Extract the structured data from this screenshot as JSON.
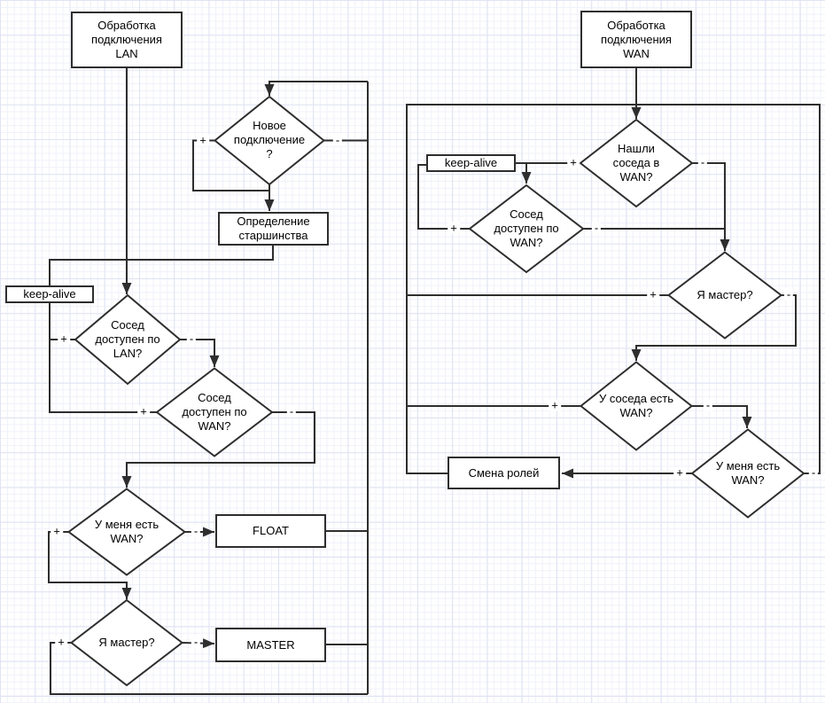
{
  "canvas": {
    "stroke_color": "#2e2e2e",
    "shape_fill": "#ffffff",
    "grid_minor_color": "#f0f1fa",
    "grid_major_color": "#e0e3f3"
  },
  "labels": {
    "plus": "+",
    "minus": "-"
  },
  "left_chart": {
    "start": "Обработка\nподключения\nLAN",
    "new_connection": "Новое\nподключение\n?",
    "seniority": "Определение\nстаршинства",
    "keep_alive": "keep-alive",
    "neighbor_lan": "Сосед\nдоступен по\nLAN?",
    "neighbor_wan": "Сосед\nдоступен по\nWAN?",
    "i_have_wan": "У меня есть\nWAN?",
    "float": "FLOAT",
    "is_master": "Я мастер?",
    "master": "MASTER"
  },
  "right_chart": {
    "start": "Обработка\nподключения\nWAN",
    "found_neighbor": "Нашли\nсоседа в\nWAN?",
    "keep_alive": "keep-alive",
    "neighbor_wan": "Сосед\nдоступен по\nWAN?",
    "is_master": "Я мастер?",
    "neighbor_has_wan": "У соседа есть\nWAN?",
    "i_have_wan": "У меня есть\nWAN?",
    "role_change": "Смена ролей"
  }
}
